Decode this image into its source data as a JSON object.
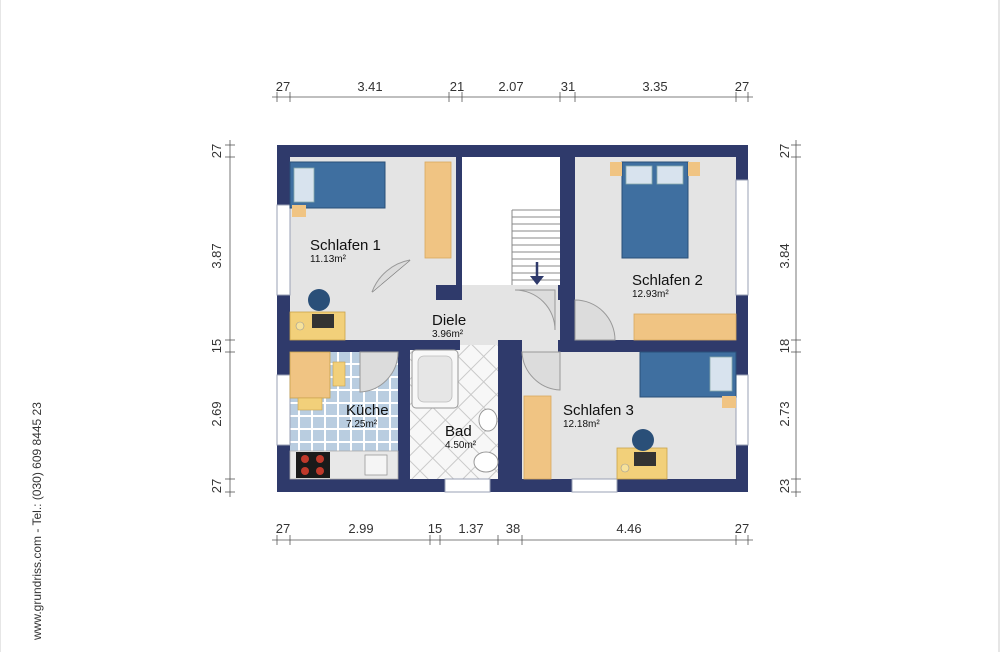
{
  "side_text": "www.grundriss.com   -   Tel.: (030) 609 8445 23",
  "dimensions": {
    "top": [
      "27",
      "3.41",
      "21",
      "2.07",
      "31",
      "3.35",
      "27"
    ],
    "bottom": [
      "27",
      "2.99",
      "15",
      "1.37",
      "38",
      "4.46",
      "27"
    ],
    "left": [
      "27",
      "3.87",
      "15",
      "2.69",
      "27"
    ],
    "right": [
      "27",
      "3.84",
      "18",
      "2.73",
      "23"
    ]
  },
  "rooms": {
    "schlafen1": {
      "name": "Schlafen 1",
      "area": "11.13m²"
    },
    "schlafen2": {
      "name": "Schlafen 2",
      "area": "12.93m²"
    },
    "schlafen3": {
      "name": "Schlafen 3",
      "area": "12.18m²"
    },
    "diele": {
      "name": "Diele",
      "area": "3.96m²"
    },
    "kueche": {
      "name": "Küche",
      "area": "7.25m²"
    },
    "bad": {
      "name": "Bad",
      "area": "4.50m²"
    }
  },
  "colors": {
    "wall": "#2f3a6b",
    "floor": "#e4e4e4",
    "tile": "#a9bfd4",
    "wood": "#f0c483",
    "bed": "#3f6fa0",
    "desk": "#f2d07a"
  }
}
